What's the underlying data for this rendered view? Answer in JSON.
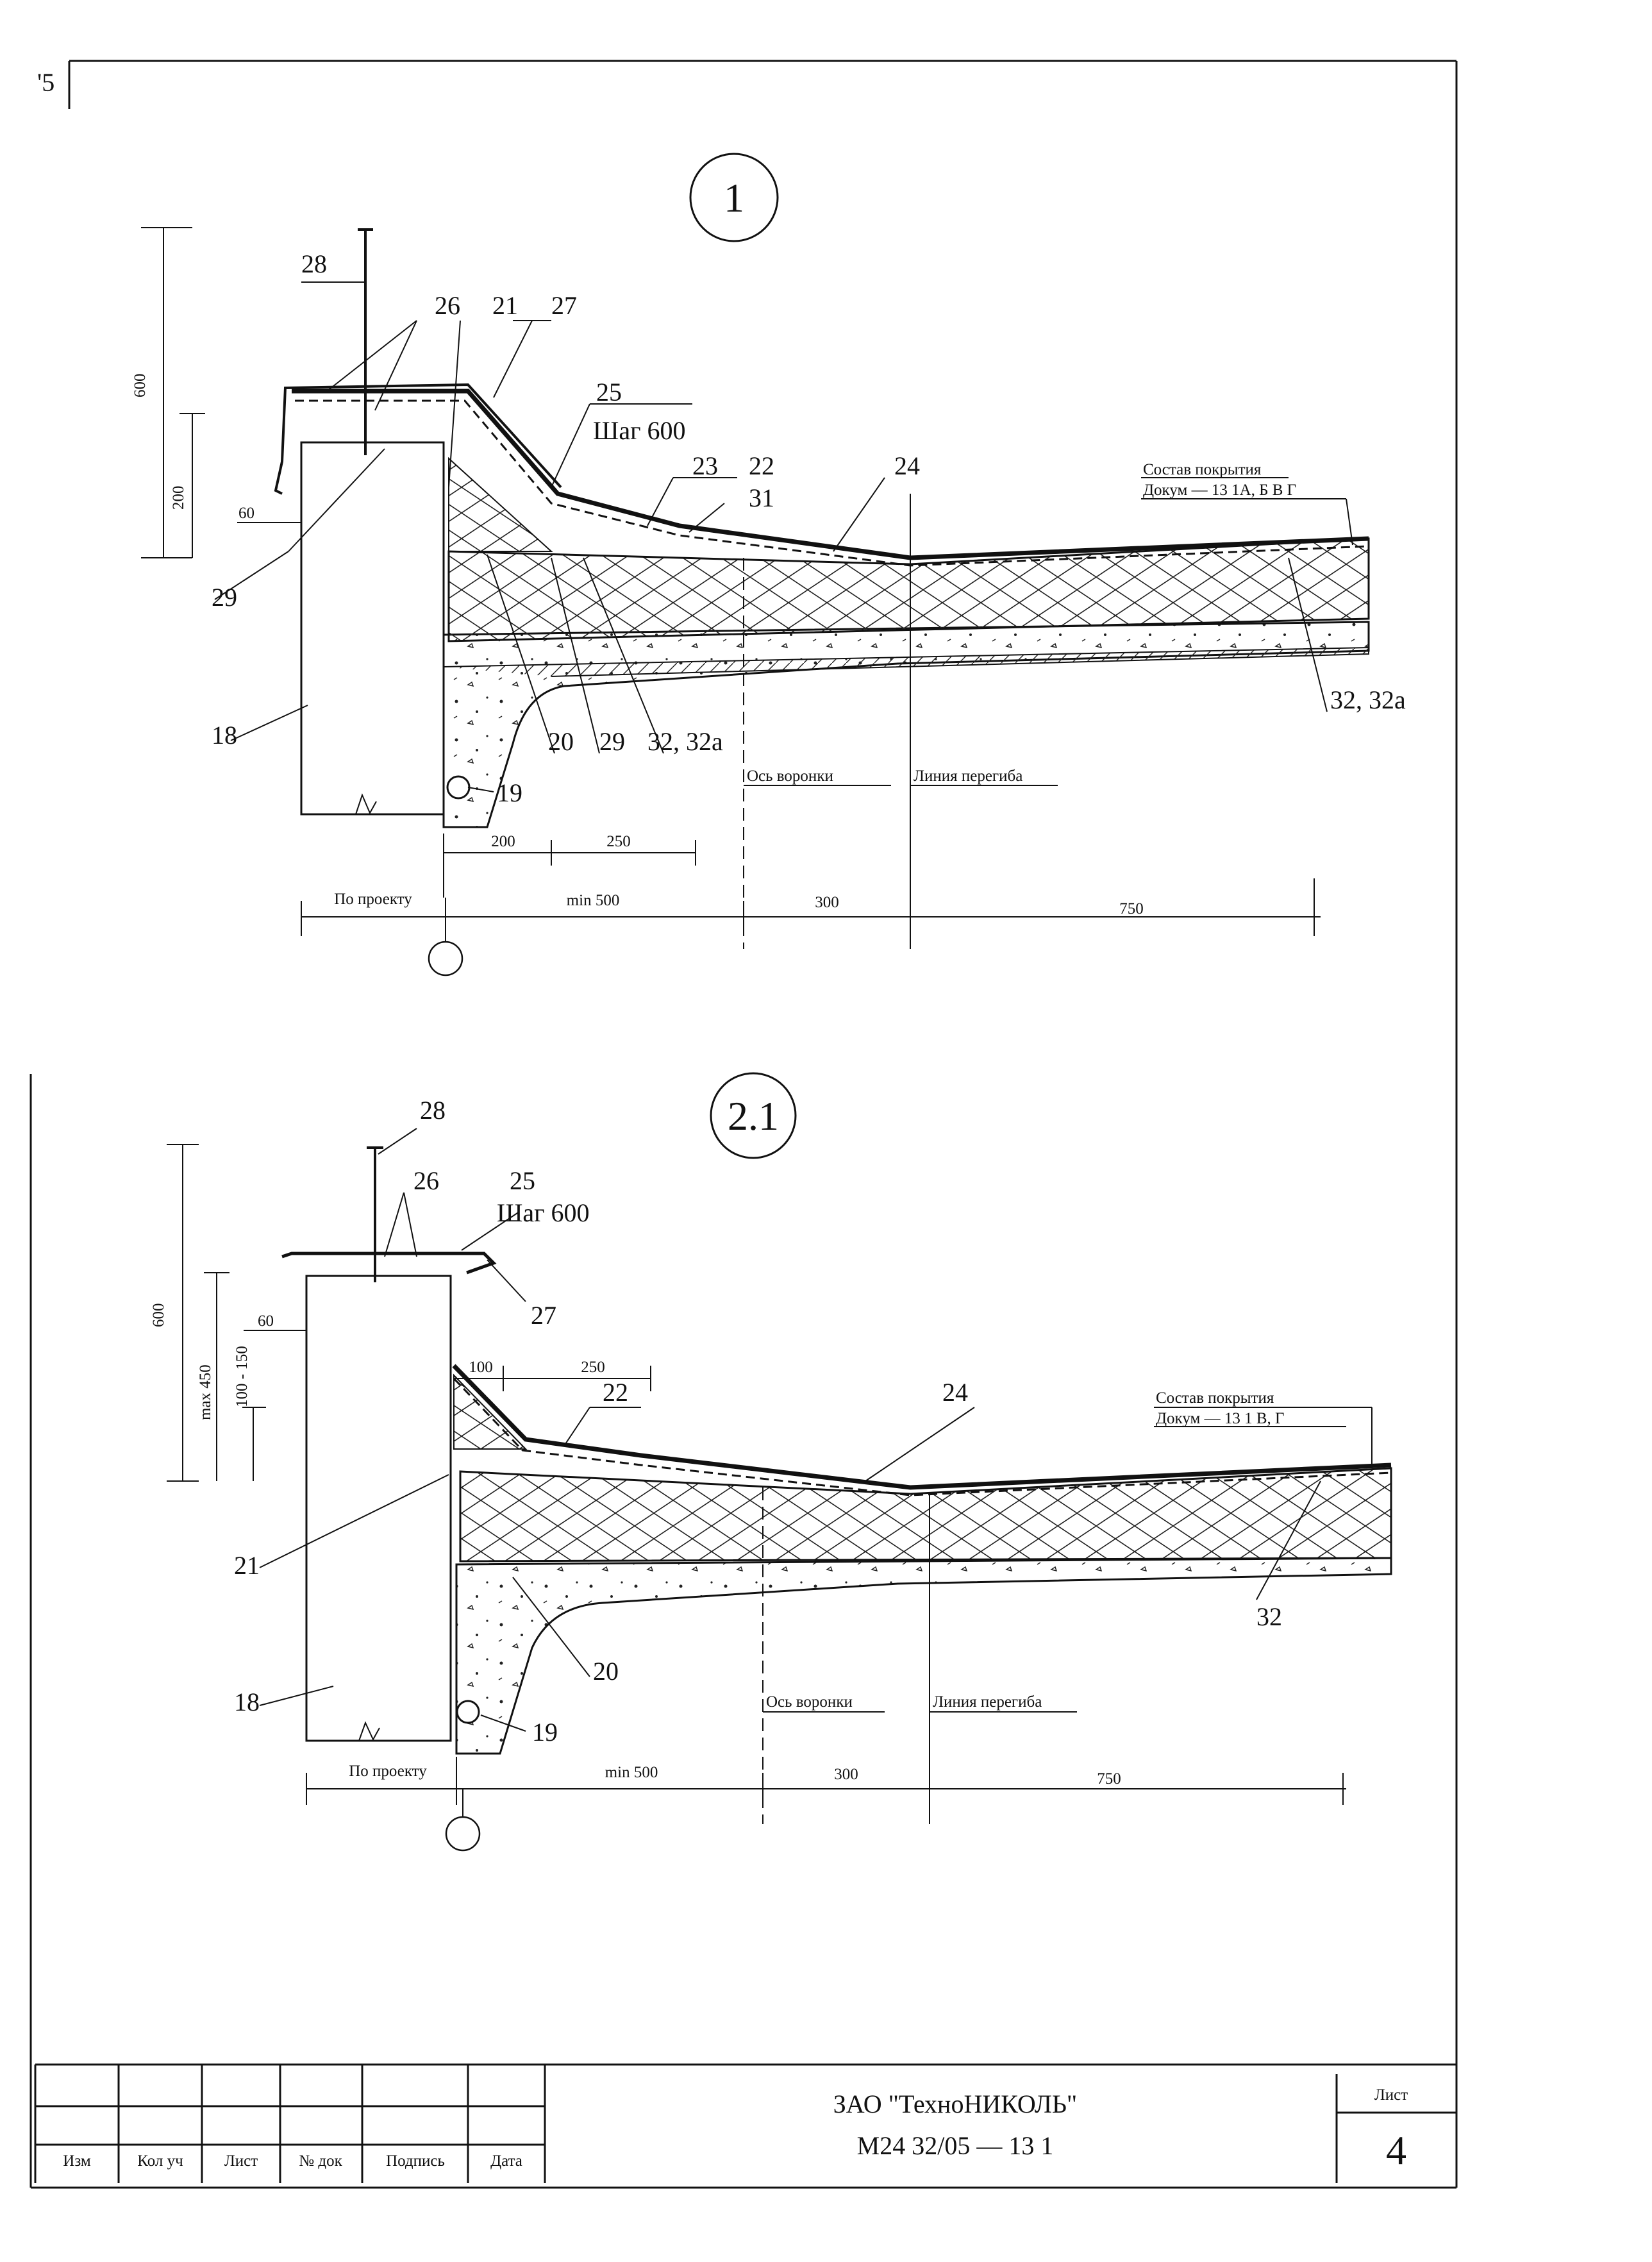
{
  "corner_mark": "'5",
  "detail1": {
    "marker": "1",
    "labels": {
      "l28": "28",
      "l26": "26",
      "l21": "21",
      "l27": "27",
      "l25": "25",
      "step": "Шаг 600",
      "l23": "23",
      "l22": "22",
      "l31": "31",
      "l24": "24",
      "l29a": "29",
      "l18": "18",
      "l20": "20",
      "l29b": "29",
      "l32": "32, 32а",
      "l32r": "32, 32а",
      "l19": "19"
    },
    "composition_title": "Состав покрытия",
    "composition_ref": "Докум  — 13 1А, Б  В  Г",
    "axis_funnel": "Ось воронки",
    "bend_line": "Линия перегиба",
    "dims": {
      "v600": "600",
      "v200": "200",
      "h60": "60",
      "d200": "200",
      "d250": "250",
      "by_project": "По проекту",
      "min500": "min 500",
      "d300": "300",
      "d750": "750"
    }
  },
  "detail2": {
    "marker": "2.1",
    "labels": {
      "l28": "28",
      "l26": "26",
      "l25": "25",
      "step": "Шаг 600",
      "l27": "27",
      "l22": "22",
      "l24": "24",
      "l21": "21",
      "l18": "18",
      "l20": "20",
      "l19": "19",
      "l32": "32"
    },
    "composition_title": "Состав покрытия",
    "composition_ref": "Докум  — 13 1 В, Г",
    "axis_funnel": "Ось воронки",
    "bend_line": "Линия перегиба",
    "dims": {
      "v600": "600",
      "vmax450": "max 450",
      "v100_150": "100 - 150",
      "h60": "60",
      "d100": "100",
      "d250": "250",
      "by_project": "По проекту",
      "min500": "min 500",
      "d300": "300",
      "d750": "750"
    }
  },
  "title_block": {
    "headers": [
      "Изм",
      "Кол уч",
      "Лист",
      "№ док",
      "Подпись",
      "Дата"
    ],
    "company": "ЗАО \"ТехноНИКОЛЬ\"",
    "doc_code": "М24 32/05   —   13 1",
    "sheet_label": "Лист",
    "sheet_no": "4"
  }
}
